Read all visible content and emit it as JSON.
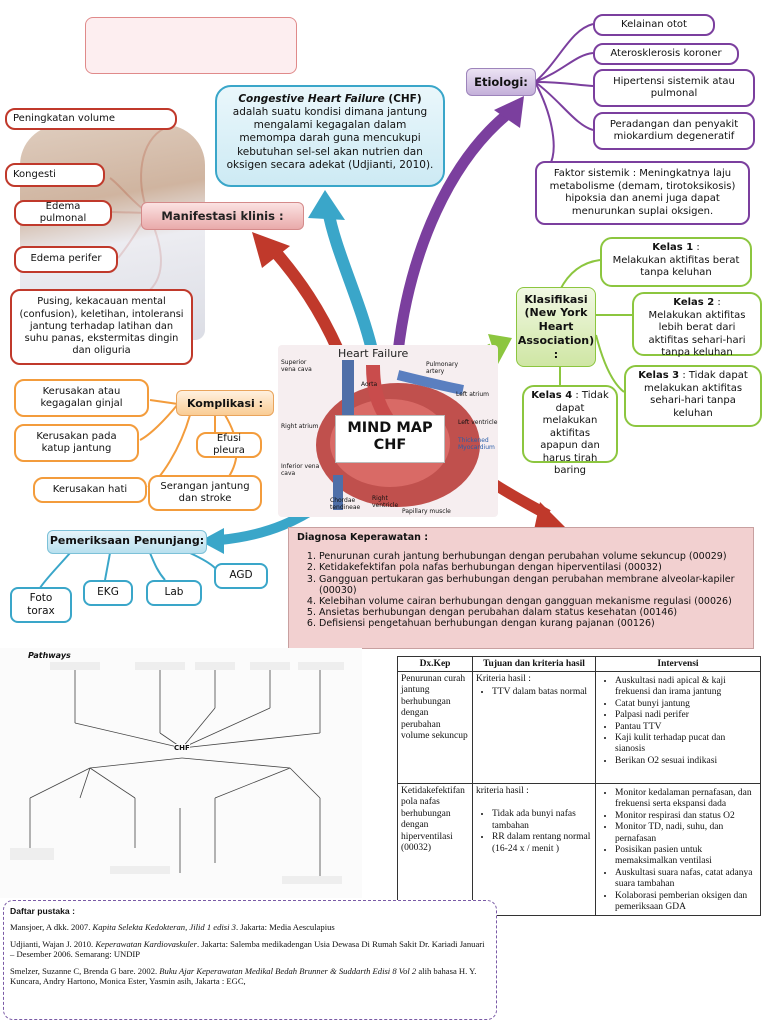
{
  "center": {
    "title_line1": "MIND MAP",
    "title_line2": "CHF"
  },
  "heart_image": {
    "title": "Heart Failure",
    "labels": [
      "Superior vena cava",
      "Pulmonary artery",
      "Aorta",
      "Left atrium",
      "Right atrium",
      "Left ventricle",
      "Thickened Myocardium",
      "Inferior vena cava",
      "Chordae tendineae",
      "Right ventricle",
      "Papillary muscle"
    ]
  },
  "definition": {
    "term": "Congestive Heart Failure",
    "abbr": " (CHF)",
    "text": "adalah suatu kondisi dimana jantung mengalami kegagalan dalam memompa darah guna mencukupi kebutuhan sel-sel akan nutrien dan oksigen secara adekat (Udjianti, 2010)."
  },
  "etiologi": {
    "label": "Etiologi:",
    "items": [
      "Kelainan otot",
      "Aterosklerosis koroner",
      "Hipertensi sistemik atau pulmonal",
      "Peradangan dan penyakit miokardium degeneratif",
      "Faktor sistemik : Meningkatnya laju metabolisme (demam, tirotoksikosis) hipoksia dan anemi juga dapat menurunkan suplai oksigen."
    ]
  },
  "manifestasi": {
    "label": "Manifestasi klinis :",
    "items": [
      "Peningkatan volume",
      "Kongesti",
      "Edema pulmonal",
      "Edema perifer",
      "Pusing, kekacauan mental (confusion), keletihan, intoleransi jantung terhadap latihan dan suhu panas, ekstermitas dingin dan oliguria"
    ]
  },
  "klasifikasi": {
    "label": "Klasifikasi (New York Heart Association) :",
    "kelas": [
      {
        "name": "Kelas 1",
        "desc": "Melakukan aktifitas berat tanpa keluhan"
      },
      {
        "name": "Kelas 2",
        "desc": "Melakukan aktifitas lebih berat dari aktifitas sehari-hari tanpa keluhan"
      },
      {
        "name": "Kelas 3",
        "desc": "Tidak dapat melakukan aktifitas sehari-hari tanpa keluhan"
      },
      {
        "name": "Kelas 4",
        "desc": "Tidak dapat melakukan aktifitas apapun dan harus tirah baring"
      }
    ]
  },
  "komplikasi": {
    "label": "Komplikasi :",
    "items": [
      "Kerusakan atau kegagalan ginjal",
      "Kerusakan pada katup jantung",
      "Kerusakan hati",
      "Efusi pleura",
      "Serangan jantung dan stroke"
    ]
  },
  "pemeriksaan": {
    "label": "Pemeriksaan Penunjang:",
    "items": [
      "Foto torax",
      "EKG",
      "Lab",
      "AGD"
    ]
  },
  "diagnosa": {
    "label": "Diagnosa Keperawatan :",
    "items": [
      "Penurunan curah jantung berhubungan dengan perubahan volume sekuncup (00029)",
      "Ketidakefektifan pola nafas berhubungan dengan hiperventilasi (00032)",
      "Gangguan pertukaran gas berhubungan dengan perubahan membrane alveolar-kapiler (00030)",
      "Kelebihan volume cairan berhubungan dengan gangguan mekanisme regulasi (00026)",
      "Ansietas berhubungan dengan perubahan dalam status kesehatan (00146)",
      "Defisiensi pengetahuan berhubungan dengan kurang pajanan (00126)"
    ]
  },
  "table": {
    "headers": [
      "Dx.Kep",
      "Tujuan dan kriteria hasil",
      "Intervensi"
    ],
    "rows": [
      {
        "dx": "Penurunan curah jantung berhubungan dengan perubahan volume sekuncup",
        "tujuan_label": "Kriteria hasil :",
        "tujuan": [
          "TTV dalam batas normal"
        ],
        "intervensi": [
          "Auskultasi nadi apical & kaji frekuensi dan irama jantung",
          "Catat bunyi jantung",
          "Palpasi nadi perifer",
          "Pantau TTV",
          "Kaji kulit terhadap pucat dan sianosis",
          "Berikan O2 sesuai indikasi"
        ]
      },
      {
        "dx": "Ketidakefektifan pola nafas berhubungan dengan hiperventilasi (00032)",
        "tujuan_label": "kriteria hasil :",
        "tujuan": [
          "Tidak ada bunyi nafas tambahan",
          "RR dalam rentang normal (16-24 x / menit )"
        ],
        "intervensi": [
          "Monitor kedalaman pernafasan, dan frekuensi serta ekspansi dada",
          "Monitor respirasi dan status O2",
          "Monitor TD, nadi, suhu, dan pernafasan",
          "Posisikan pasien untuk memaksimalkan ventilasi",
          "Auskultasi suara nafas, catat adanya suara tambahan",
          "Kolaborasi pemberian oksigen dan pemeriksaan GDA"
        ]
      }
    ]
  },
  "pathway": {
    "title": "Pathways",
    "center_label": "CHF"
  },
  "daftar_pustaka": {
    "label": "Daftar pustaka :",
    "refs": [
      {
        "pre": "Mansjoer, A dkk. 2007. ",
        "title": "Kapita Selekta Kedokteran, Jilid 1 edisi 3",
        "post": ". Jakarta: Media Aesculapius"
      },
      {
        "pre": "Udjianti, Wajan J. 2010. ",
        "title": "Keperawatan Kardiovaskuler",
        "post": ". Jakarta: Salemba medikadengan Usia Dewasa Di Rumah Sakit Dr. Kariadi Januari – Desember 2006. Semarang: UNDIP"
      },
      {
        "pre": "Smelzer, Suzanne C, Brenda G bare. 2002. ",
        "title": "Buku Ajar Keperawatan Medikal Bedah Brunner & Suddarth Edisi 8 Vol 2",
        "post": " alih bahasa H. Y. Kuncara, Andry Hartono, Monica Ester, Yasmin asih, Jakarta : EGC,"
      }
    ]
  },
  "colors": {
    "red": "#c0392b",
    "teal": "#3aa6c9",
    "purple": "#7b3f9e",
    "green": "#8cc63f",
    "orange": "#f39c3c",
    "pink_bg": "#f2d0d0"
  }
}
